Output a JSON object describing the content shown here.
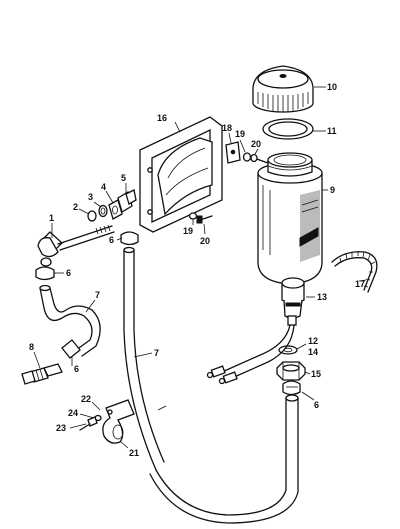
{
  "callouts": [
    {
      "id": "c1",
      "label": "1"
    },
    {
      "id": "c2",
      "label": "2"
    },
    {
      "id": "c3",
      "label": "3"
    },
    {
      "id": "c4",
      "label": "4"
    },
    {
      "id": "c5",
      "label": "5"
    },
    {
      "id": "c6a",
      "label": "6"
    },
    {
      "id": "c6b",
      "label": "6"
    },
    {
      "id": "c6c",
      "label": "6"
    },
    {
      "id": "c6d",
      "label": "6"
    },
    {
      "id": "c7a",
      "label": "7"
    },
    {
      "id": "c7b",
      "label": "7"
    },
    {
      "id": "c8",
      "label": "8"
    },
    {
      "id": "c9",
      "label": "9"
    },
    {
      "id": "c10",
      "label": "10"
    },
    {
      "id": "c11",
      "label": "11"
    },
    {
      "id": "c12",
      "label": "12"
    },
    {
      "id": "c13",
      "label": "13"
    },
    {
      "id": "c14",
      "label": "14"
    },
    {
      "id": "c15",
      "label": "15"
    },
    {
      "id": "c16",
      "label": "16"
    },
    {
      "id": "c17",
      "label": "17"
    },
    {
      "id": "c18",
      "label": "18"
    },
    {
      "id": "c19a",
      "label": "19"
    },
    {
      "id": "c19b",
      "label": "19"
    },
    {
      "id": "c20a",
      "label": "20"
    },
    {
      "id": "c20b",
      "label": "20"
    },
    {
      "id": "c21",
      "label": "21"
    },
    {
      "id": "c22",
      "label": "22"
    },
    {
      "id": "c23",
      "label": "23"
    },
    {
      "id": "c24",
      "label": "24"
    }
  ]
}
